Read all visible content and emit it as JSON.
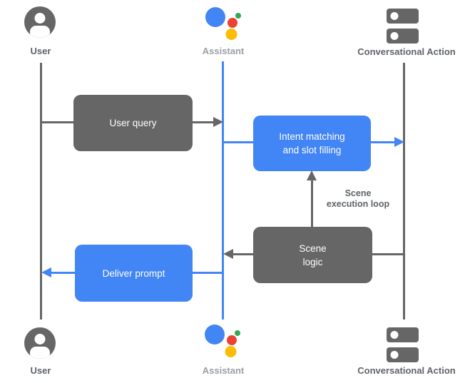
{
  "actors": {
    "top": [
      {
        "label": "User",
        "icon": "user-icon"
      },
      {
        "label": "Assistant",
        "icon": "assistant-icon"
      },
      {
        "label": "Conversational Action",
        "icon": "server-stack-icon"
      }
    ],
    "bottom": [
      {
        "label": "User",
        "icon": "user-icon"
      },
      {
        "label": "Assistant",
        "icon": "assistant-icon"
      },
      {
        "label": "Conversational Action",
        "icon": "server-stack-icon"
      }
    ]
  },
  "boxes": {
    "user_query": "User query",
    "intent_matching": "Intent matching\nand slot filling",
    "scene_logic": "Scene\nlogic",
    "deliver_prompt": "Deliver prompt"
  },
  "annotations": {
    "scene_execution_loop": "Scene\nexecution loop"
  },
  "colors": {
    "gray": "#666666",
    "blue": "#4285F4",
    "label_dark": "#5F6368",
    "label_light": "#9AA0A6",
    "assistant_blue": "#4285F4",
    "assistant_red": "#EA4335",
    "assistant_green": "#34A853",
    "assistant_yellow": "#FBBC04",
    "background": "#FFFFFF"
  }
}
